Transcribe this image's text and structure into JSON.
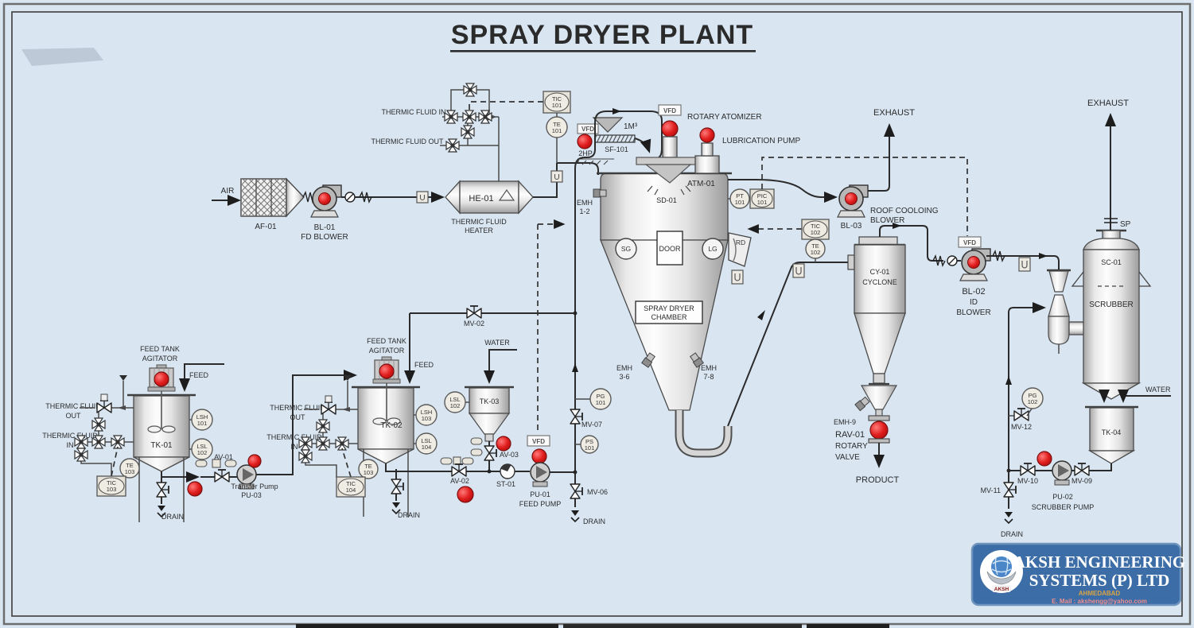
{
  "title": "SPRAY DRYER PLANT",
  "colors": {
    "background": "#d9e6f2",
    "line": "#2b2b2b",
    "accent_red": "#cf1616",
    "logo_blue": "#3c6da6"
  },
  "airline": {
    "air": "AIR",
    "af01": "AF-01",
    "bl01": "BL-01",
    "bl01_name": "FD BLOWER",
    "he01": "HE-01",
    "heater_l1": "THERMIC FLUID",
    "heater_l2": "HEATER",
    "tf_in": "THERMIC FLUID IN",
    "tf_out": "THERMIC FLUID OUT"
  },
  "feeder": {
    "vfd": "VFD",
    "capacity": "1M³",
    "tag": "SF-101",
    "power": "2HP"
  },
  "dryer": {
    "vfd": "VFD",
    "atomizer": "ROTARY ATOMIZER",
    "lube": "LUBRICATION PUMP",
    "atm": "ATM-01",
    "sd": "SD-01",
    "sg": "SG",
    "door": "DOOR",
    "lg": "LG",
    "rd": "RD",
    "chamber_l1": "SPRAY DRYER",
    "chamber_l2": "CHAMBER",
    "emh12_l1": "EMH",
    "emh12_l2": "1-2",
    "emh36_l1": "EMH",
    "emh36_l2": "3-6",
    "emh78_l1": "EMH",
    "emh78_l2": "7-8"
  },
  "exhaust_left": "EXHAUST",
  "exhaust_right": "EXHAUST",
  "bl03": {
    "tag": "BL-03",
    "name_l1": "ROOF COOLOING",
    "name_l2": "BLOWER"
  },
  "cyclone": {
    "tag": "CY-01",
    "name": "CYCLONE"
  },
  "bl02": {
    "vfd": "VFD",
    "tag": "BL-02",
    "name_l1": "ID",
    "name_l2": "BLOWER"
  },
  "scrubber": {
    "sp": "SP",
    "tag": "SC-01",
    "name": "SCRUBBER"
  },
  "rav": {
    "emh9": "EMH-9",
    "tag": "RAV-01",
    "name_l1": "ROTARY",
    "name_l2": "VALVE",
    "product": "PRODUCT"
  },
  "tk01": {
    "agitator_l1": "FEED TANK",
    "agitator_l2": "AGITATOR",
    "feed": "FEED",
    "tag": "TK-01",
    "tf_out_l1": "THERMIC FLUID",
    "tf_out_l2": "OUT",
    "tf_in_l1": "THERMIC FLUID",
    "tf_in_l2": "IN",
    "av": "AV-01",
    "pump_l1": "Transfer Pump",
    "pump_l2": "PU-03",
    "drain": "DRAIN"
  },
  "tk02": {
    "agitator_l1": "FEED TANK",
    "agitator_l2": "AGITATOR",
    "feed": "FEED",
    "tag": "TK-02",
    "tf_out_l1": "THERMIC FLUID",
    "tf_out_l2": "OUT",
    "tf_in_l1": "THERMIC FLUID",
    "tf_in_l2": "IN",
    "drain": "DRAIN"
  },
  "tk03": {
    "water": "WATER",
    "tag": "TK-03",
    "av": "AV-03"
  },
  "feedline": {
    "av02": "AV-02",
    "st01": "ST-01",
    "vfd": "VFD",
    "pu01": "PU-01",
    "pu01_name": "FEED PUMP",
    "mv02": "MV-02",
    "mv06": "MV-06",
    "mv07": "MV-07",
    "drain": "DRAIN"
  },
  "scrubloop": {
    "water": "WATER",
    "tk04": "TK-04",
    "mv09": "MV-09",
    "mv10": "MV-10",
    "mv11": "MV-11",
    "mv12": "MV-12",
    "pu02": "PU-02",
    "pu02_name": "SCRUBBER PUMP",
    "drain": "DRAIN"
  },
  "inst": {
    "tic101_t": "TIC",
    "tic101_n": "101",
    "te101_t": "TE",
    "te101_n": "101",
    "pt101_t": "PT",
    "pt101_n": "101",
    "pic101_t": "PIC",
    "pic101_n": "101",
    "tic102_t": "TIC",
    "tic102_n": "102",
    "te102_t": "TE",
    "te102_n": "102",
    "lsh101_t": "LSH",
    "lsh101_n": "101",
    "lsl102_t": "LSL",
    "lsl102_n": "102",
    "lsh103_t": "LSH",
    "lsh103_n": "103",
    "lsl104_t": "LSL",
    "lsl104_n": "104",
    "lsl102b_t": "LSL",
    "lsl102b_n": "102",
    "te103a_t": "TE",
    "te103a_n": "103",
    "tic103_t": "TIC",
    "tic103_n": "103",
    "te103b_t": "TE",
    "te103b_n": "103",
    "tic104_t": "TIC",
    "tic104_n": "104",
    "pg101_t": "PG",
    "pg101_n": "101",
    "ps101_t": "PS",
    "ps101_n": "101",
    "pg102_t": "PG",
    "pg102_n": "102"
  },
  "logo": {
    "company_l1": "AKSH ENGINEERING",
    "company_l2": "SYSTEMS (P) LTD",
    "city": "AHMEDABAD",
    "email": "E. Mail : akshengg@yahoo.com",
    "mark": "AKSH"
  }
}
